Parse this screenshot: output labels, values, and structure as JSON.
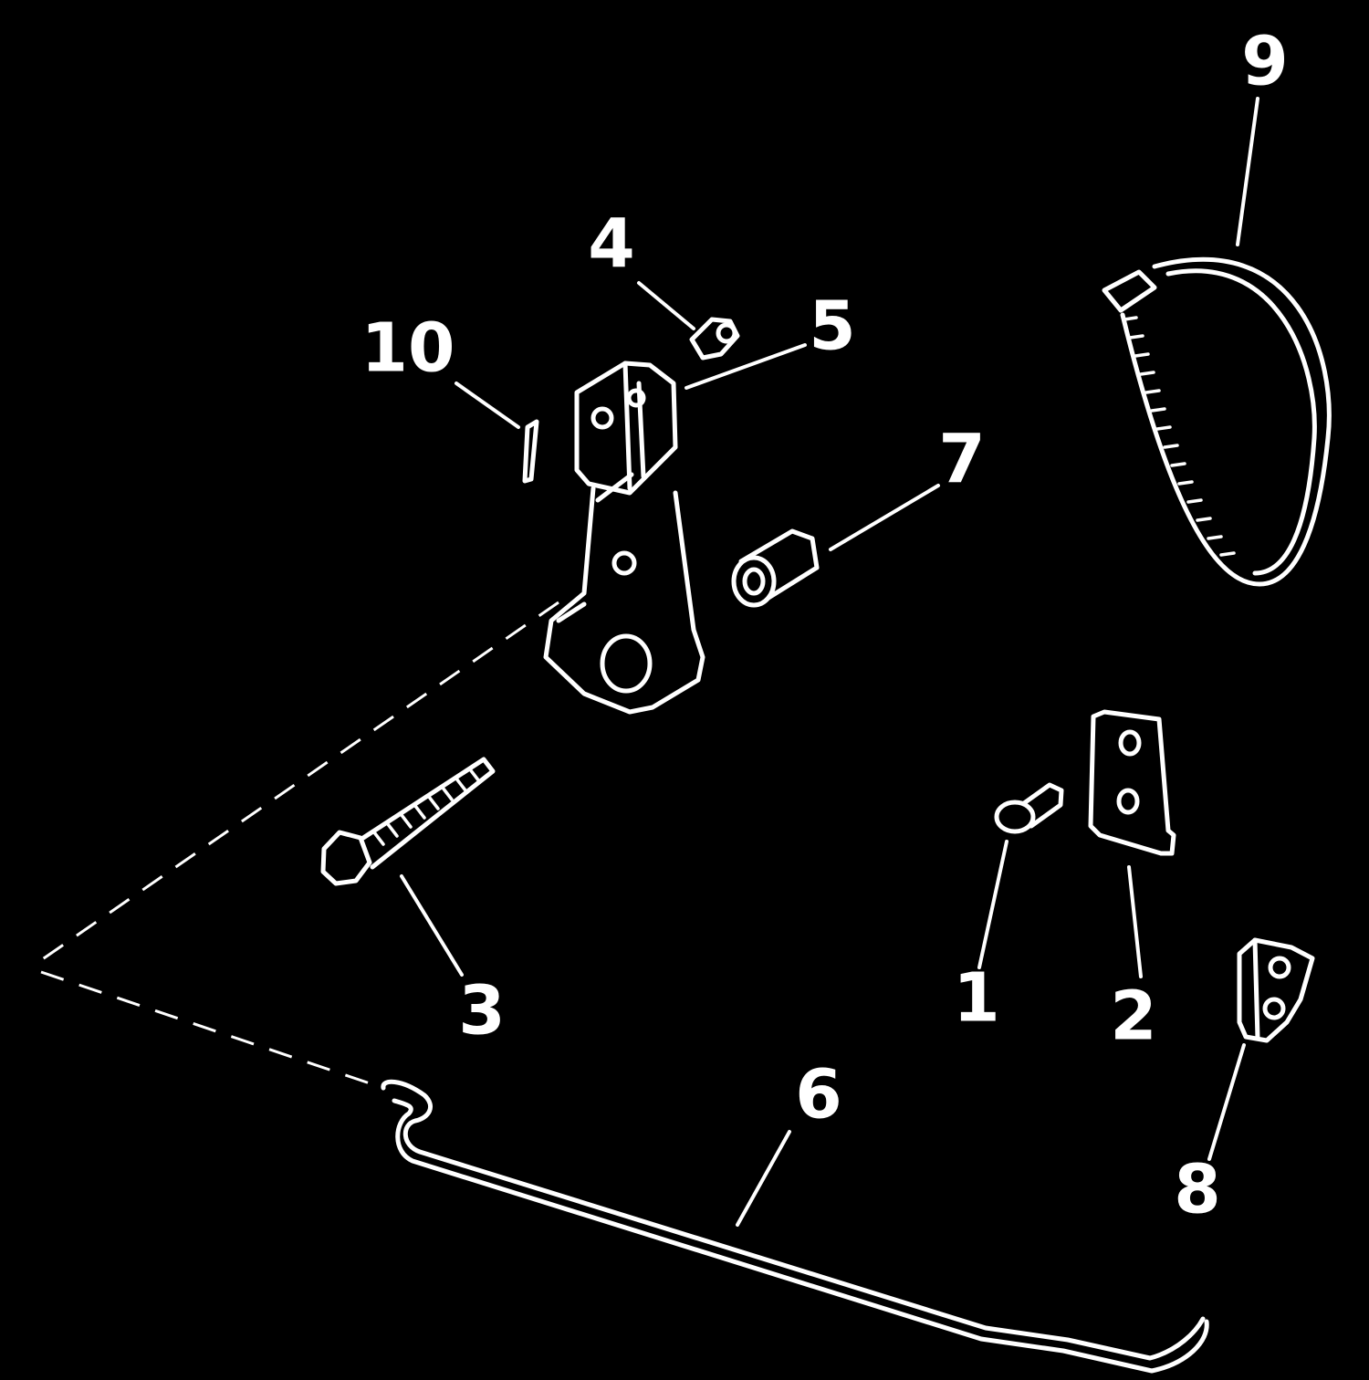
{
  "callouts": [
    {
      "id": "1",
      "label": "1"
    },
    {
      "id": "2",
      "label": "2"
    },
    {
      "id": "3",
      "label": "3"
    },
    {
      "id": "4",
      "label": "4"
    },
    {
      "id": "5",
      "label": "5"
    },
    {
      "id": "6",
      "label": "6"
    },
    {
      "id": "7",
      "label": "7"
    },
    {
      "id": "8",
      "label": "8"
    },
    {
      "id": "9",
      "label": "9"
    },
    {
      "id": "10",
      "label": "10"
    }
  ],
  "colors": {
    "background": "#000000",
    "line": "#ffffff"
  }
}
